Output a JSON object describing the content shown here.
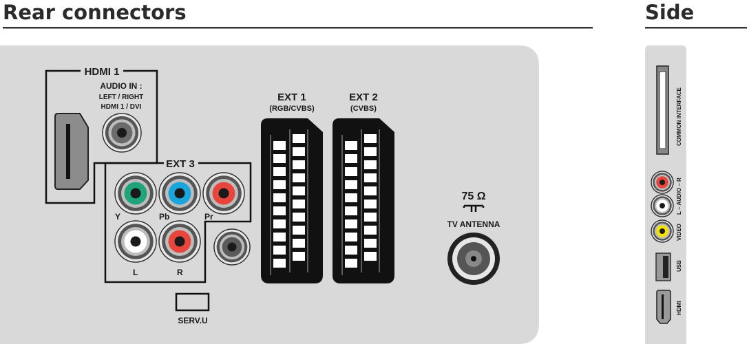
{
  "headings": {
    "rear": "Rear connectors",
    "side": "Side"
  },
  "rear": {
    "hdmi1": "HDMI 1",
    "audio_in": [
      "AUDIO IN :",
      "LEFT / RIGHT",
      "HDMI 1 / DVI"
    ],
    "ext3": "EXT 3",
    "ext3_labels": {
      "y": "Y",
      "pb": "Pb",
      "pr": "Pr",
      "l": "L",
      "r": "R"
    },
    "serv_u": "SERV.U",
    "ext1": {
      "title": "EXT 1",
      "sub": "(RGB/CVBS)"
    },
    "ext2": {
      "title": "EXT 2",
      "sub": "(CVBS)"
    },
    "antenna": {
      "ohm": "75 Ω",
      "label": "TV ANTENNA"
    }
  },
  "side": {
    "common_interface": "COMMON INTERFACE",
    "audio": "L – AUDIO – R",
    "video": "VIDEO",
    "usb": "USB",
    "hdmi": "HDMI"
  },
  "colors": {
    "panel": "#d9d9d9",
    "green": "#1fa37a",
    "blue": "#1aa6dc",
    "red": "#e8463c",
    "white": "#ffffff",
    "yellow": "#f2e200"
  }
}
